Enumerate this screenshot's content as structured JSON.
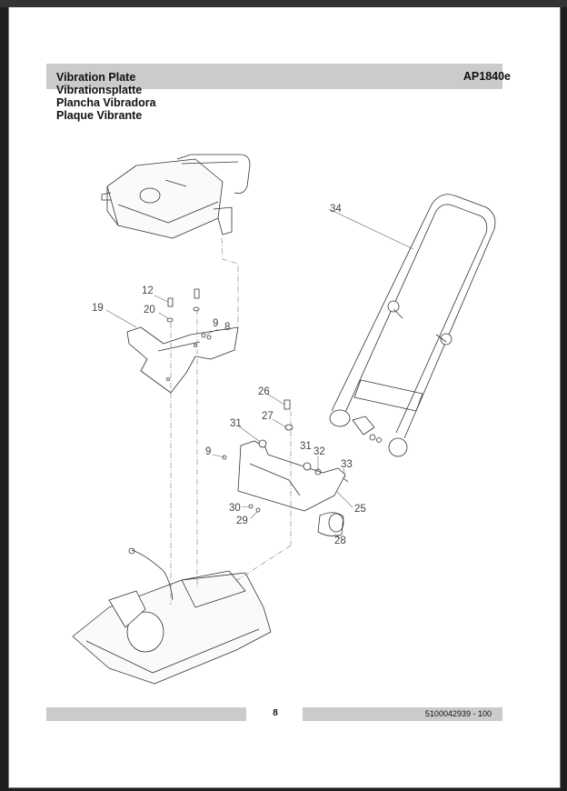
{
  "header": {
    "titles": [
      "Vibration Plate",
      "Vibrationsplatte",
      "Plancha Vibradora",
      "Plaque Vibrante"
    ],
    "model": "AP1840e",
    "band_color": "#cbcbcb"
  },
  "diagram": {
    "callouts": [
      {
        "id": "c34",
        "label": "34"
      },
      {
        "id": "c12",
        "label": "12"
      },
      {
        "id": "c19",
        "label": "19"
      },
      {
        "id": "c20",
        "label": "20"
      },
      {
        "id": "c9a",
        "label": "9"
      },
      {
        "id": "c8",
        "label": "8"
      },
      {
        "id": "c26",
        "label": "26"
      },
      {
        "id": "c27",
        "label": "27"
      },
      {
        "id": "c31a",
        "label": "31"
      },
      {
        "id": "c9b",
        "label": "9"
      },
      {
        "id": "c31b",
        "label": "31"
      },
      {
        "id": "c32",
        "label": "32"
      },
      {
        "id": "c33",
        "label": "33"
      },
      {
        "id": "c25",
        "label": "25"
      },
      {
        "id": "c30",
        "label": "30"
      },
      {
        "id": "c29",
        "label": "29"
      },
      {
        "id": "c28",
        "label": "28"
      }
    ]
  },
  "footer": {
    "page_number": "8",
    "document_number": "5100042939 - 100"
  }
}
